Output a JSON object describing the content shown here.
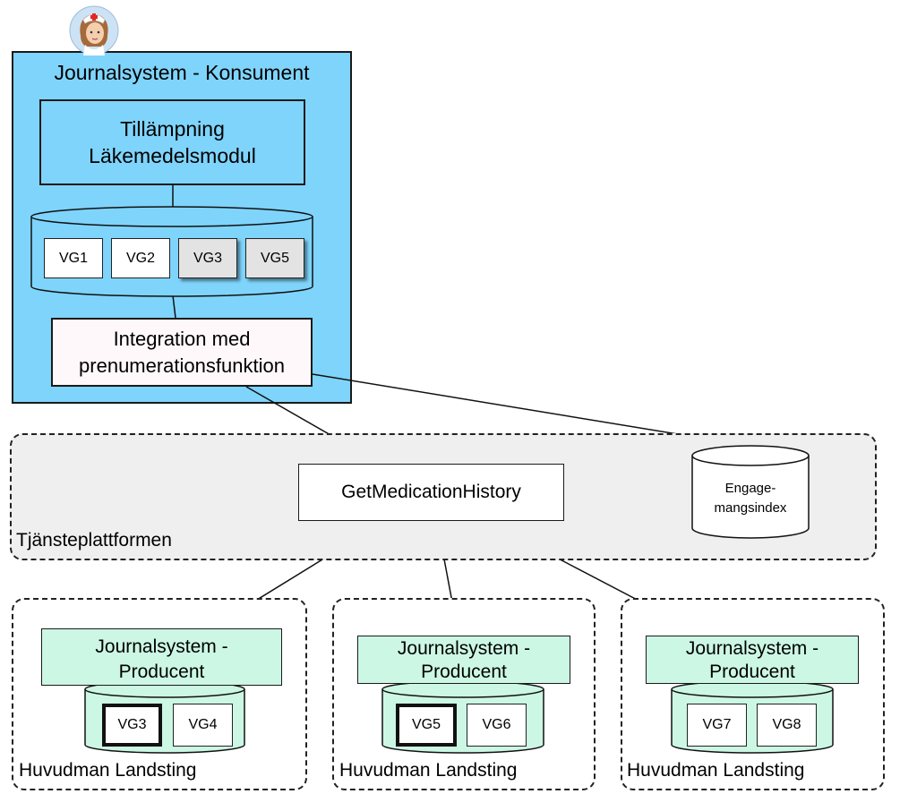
{
  "consumer": {
    "title": "Journalsystem - Konsument",
    "app_line1": "Tillämpning",
    "app_line2": "Läkemedelsmodul",
    "db_items": [
      "VG1",
      "VG2",
      "VG3",
      "VG5"
    ],
    "integration_line1": "Integration med",
    "integration_line2": "prenumerationsfunktion"
  },
  "platform": {
    "label": "Tjänsteplattformen",
    "service": "GetMedicationHistory",
    "index_line1": "Engage-",
    "index_line2": "mangsindex"
  },
  "producers": [
    {
      "title_line1": "Journalsystem -",
      "title_line2": "Producent",
      "db_items": [
        "VG3",
        "VG4"
      ],
      "region": "Huvudman Landsting"
    },
    {
      "title_line1": "Journalsystem -",
      "title_line2": "Producent",
      "db_items": [
        "VG5",
        "VG6"
      ],
      "region": "Huvudman Landsting"
    },
    {
      "title_line1": "Journalsystem -",
      "title_line2": "Producent",
      "db_items": [
        "VG7",
        "VG8"
      ],
      "region": "Huvudman Landsting"
    }
  ],
  "colors": {
    "consumer_fill": "#7fd4fb",
    "producer_fill": "#ccf7e4",
    "platform_fill": "#efefef",
    "highlight_vg_fill": "#e3e3e3"
  },
  "icons": {
    "user": "nurse-avatar-icon"
  }
}
